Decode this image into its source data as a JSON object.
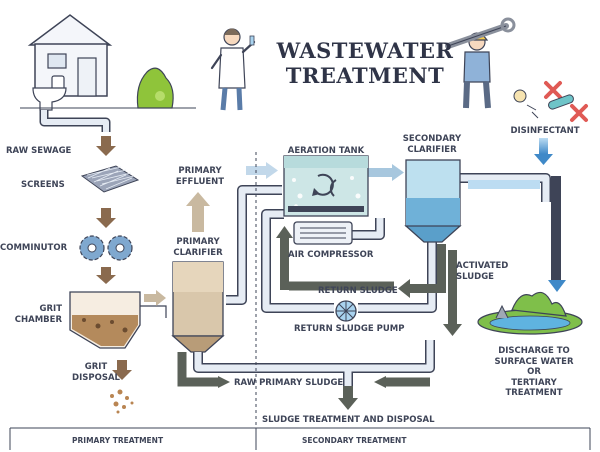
{
  "diagram": {
    "title_line1": "WASTEWATER",
    "title_line2": "TREATMENT",
    "stages": {
      "raw_sewage": "RAW SEWAGE",
      "screens": "SCREENS",
      "comminutor": "COMMINUTOR",
      "grit_chamber_line1": "GRIT",
      "grit_chamber_line2": "CHAMBER",
      "grit_disposal_line1": "GRIT",
      "grit_disposal_line2": "DISPOSAL",
      "primary_effluent_line1": "PRIMARY",
      "primary_effluent_line2": "EFFLUENT",
      "primary_clarifier_line1": "PRIMARY",
      "primary_clarifier_line2": "CLARIFIER",
      "aeration_tank": "AERATION TANK",
      "air_compressor": "AIR COMPRESSOR",
      "secondary_clarifier_line1": "SECONDARY",
      "secondary_clarifier_line2": "CLARIFIER",
      "activated_sludge_line1": "ACTIVATED",
      "activated_sludge_line2": "SLUDGE",
      "return_sludge": "RETURN SLUDGE",
      "return_sludge_pump": "RETURN SLUDGE PUMP",
      "raw_primary_sludge": "RAW PRIMARY SLUDGE",
      "sludge_treatment": "SLUDGE TREATMENT AND DISPOSAL",
      "disinfectant": "DISINFECTANT",
      "discharge_line1": "DISCHARGE TO",
      "discharge_line2": "SURFACE WATER",
      "discharge_line3": "OR",
      "discharge_line4": "TERTIARY",
      "discharge_line5": "TREATMENT"
    },
    "sections": {
      "primary": "PRIMARY TREATMENT",
      "secondary": "SECONDARY TREATMENT"
    }
  },
  "colors": {
    "outline": "#3e4457",
    "pipe": "#e6ecf4",
    "water": "#6fa8d6",
    "water_light": "#a9d3ef",
    "sludge": "#8a7158",
    "arrow_down": "#8a6a4e",
    "arrow_dark": "#5b6159",
    "foliage": "#8fc43a",
    "sludge_tank": "#c9b9a0"
  }
}
